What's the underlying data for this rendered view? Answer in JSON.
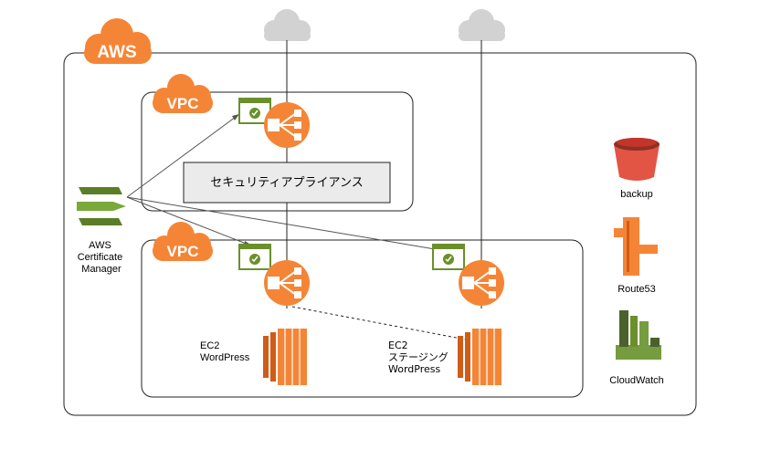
{
  "aws_label": "AWS",
  "vpc_top_label": "VPC",
  "vpc_bottom_label": "VPC",
  "security_appliance_label": "セキュリティアプライアンス",
  "acm": {
    "line1": "AWS",
    "line2": "Certificate",
    "line3": "Manager"
  },
  "ec2_wordpress": {
    "line1": "EC2",
    "line2": "WordPress"
  },
  "ec2_staging": {
    "line1": "EC2",
    "line2": "ステージング",
    "line3": "WordPress"
  },
  "services": {
    "s3": "backup",
    "route53": "Route53",
    "cloudwatch": "CloudWatch"
  },
  "colors": {
    "aws_orange": "#f58536",
    "green": "#6b8f2a",
    "red": "#e25444",
    "grey_cloud": "#d0d0d0"
  }
}
